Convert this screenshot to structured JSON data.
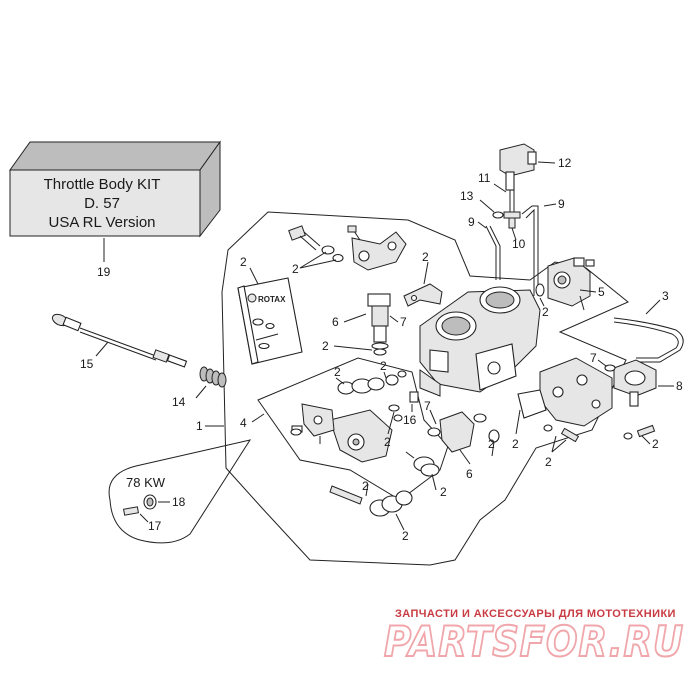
{
  "kit_box": {
    "line1": "Throttle Body KIT",
    "line2": "D. 57",
    "line3": "USA RL Version"
  },
  "callout": {
    "power": "78 KW"
  },
  "labels": {
    "n1": "1",
    "n2": "2",
    "n3": "3",
    "n4": "4",
    "n5": "5",
    "n6": "6",
    "n7": "7",
    "n8": "8",
    "n9": "9",
    "n10": "10",
    "n11": "11",
    "n12": "12",
    "n13": "13",
    "n14": "14",
    "n15": "15",
    "n16": "16",
    "n17": "17",
    "n18": "18",
    "n19": "19"
  },
  "rotax_booklet": {
    "logo": "ROTAX"
  },
  "watermark": {
    "tagline": "ЗАПЧАСТИ И АКСЕССУАРЫ ДЛЯ МОТОТЕХНИКИ",
    "brand": "PARTSFOR.RU"
  }
}
